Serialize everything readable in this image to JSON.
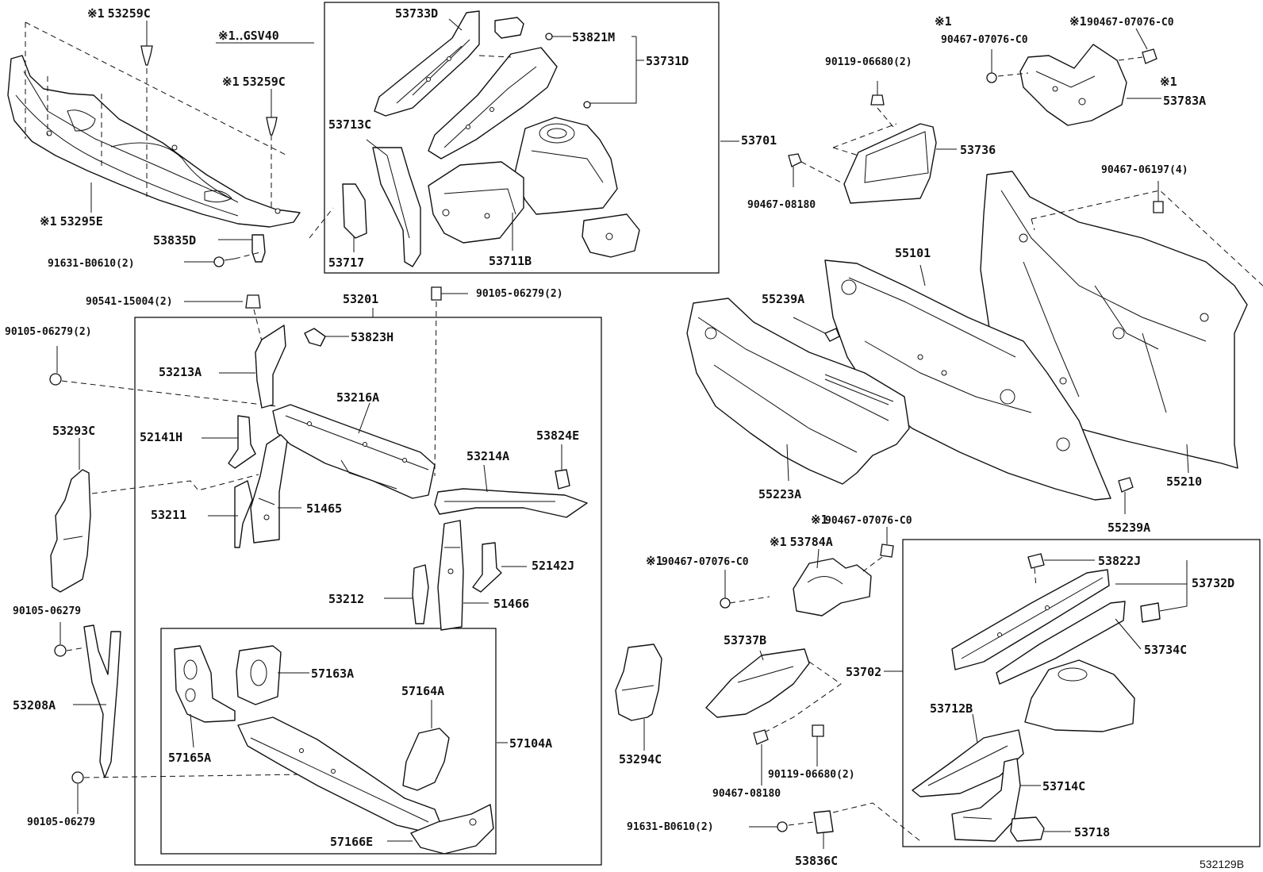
{
  "diagram": {
    "note": "※1‥GSV40",
    "reference_code": "532129B",
    "callouts": {
      "c1": "53259C",
      "c2": "53259C",
      "c3": "53295E",
      "c4": "53835D",
      "c5": "91631-B0610(2)",
      "c6": "53733D",
      "c7": "53821M",
      "c8": "53731D",
      "c9": "53713C",
      "c10": "53701",
      "c11": "53717",
      "c12": "53711B",
      "c13": "90119-06680(2)",
      "c14": "53736",
      "c15": "90467-08180",
      "c16": "90467-07076-C0",
      "c17": "90467-07076-C0",
      "c18": "53783A",
      "c19": "90467-06197(4)",
      "c20": "90541-15004(2)",
      "c21": "53201",
      "c22": "90105-06279(2)",
      "c23": "90105-06279(2)",
      "c24": "53823H",
      "c25": "53213A",
      "c26": "53216A",
      "c27": "52141H",
      "c28": "53293C",
      "c29": "53824E",
      "c30": "53214A",
      "c31": "53211",
      "c32": "51465",
      "c33": "52142J",
      "c34": "53212",
      "c35": "51466",
      "c36": "90105-06279",
      "c37": "57163A",
      "c38": "57164A",
      "c39": "53208A",
      "c40": "57104A",
      "c41": "57165A",
      "c42": "90105-06279",
      "c43": "57166E",
      "c44": "55101",
      "c45": "55239A",
      "c46": "55223A",
      "c47": "55210",
      "c48": "55239A",
      "c49": "90467-07076-C0",
      "c50": "53784A",
      "c51": "90467-07076-C0",
      "c52": "53822J",
      "c53": "53732D",
      "c54": "53737B",
      "c55": "53702",
      "c56": "53734C",
      "c57": "53712B",
      "c58": "53294C",
      "c59": "90119-06680(2)",
      "c60": "90467-08180",
      "c61": "53714C",
      "c62": "91631-B0610(2)",
      "c63": "53718",
      "c64": "53836C"
    },
    "mark": "※1"
  }
}
